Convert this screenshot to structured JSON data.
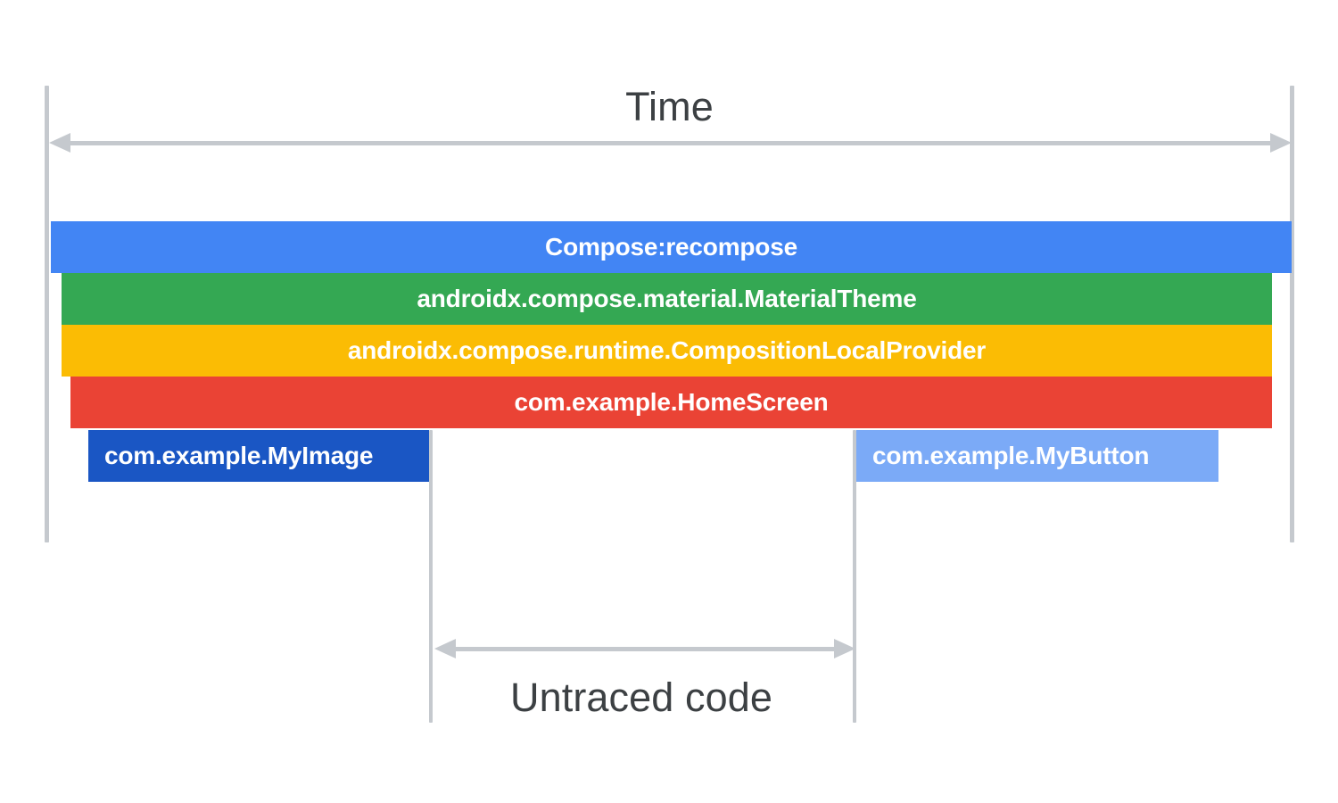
{
  "diagram": {
    "time_axis_label": "Time",
    "untraced_label": "Untraced code",
    "colors": {
      "axis": "#c5c9ce",
      "text_dark": "#3c4043",
      "bar_text": "#ffffff",
      "recompose": "#4285f4",
      "material_theme": "#34a853",
      "composition_local_provider": "#fbbc04",
      "home_screen": "#ea4335",
      "my_image": "#1a56c4",
      "my_button": "#7baaf7"
    },
    "bars": [
      {
        "id": "recompose",
        "label": "Compose:recompose",
        "color": "#4285f4",
        "align": "center"
      },
      {
        "id": "material-theme",
        "label": "androidx.compose.material.MaterialTheme",
        "color": "#34a853",
        "align": "center"
      },
      {
        "id": "composition-local-provider",
        "label": "androidx.compose.runtime.CompositionLocalProvider",
        "color": "#fbbc04",
        "align": "center"
      },
      {
        "id": "home-screen",
        "label": "com.example.HomeScreen",
        "color": "#ea4335",
        "align": "center"
      },
      {
        "id": "my-image",
        "label": "com.example.MyImage",
        "color": "#1a56c4",
        "align": "lead"
      },
      {
        "id": "my-button",
        "label": "com.example.MyButton",
        "color": "#7baaf7",
        "align": "lead"
      }
    ]
  }
}
